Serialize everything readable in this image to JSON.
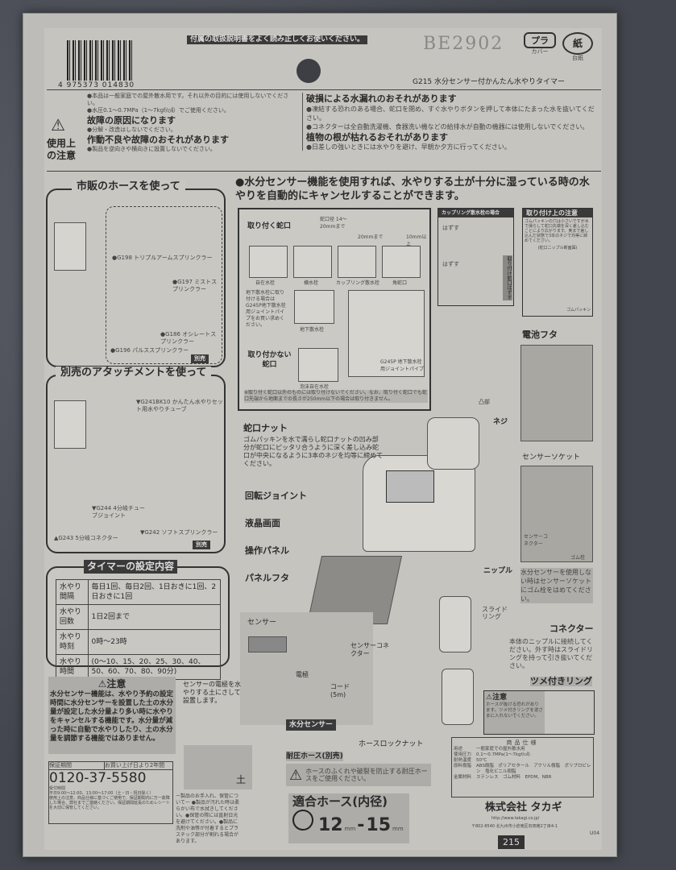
{
  "header": {
    "notice": "付属の取扱説明書をよく読み正しくお使いください。",
    "lot_code": "BE2902",
    "recycle": [
      {
        "mark": "プラ",
        "label": "カバー"
      },
      {
        "mark": "紙",
        "label": "台紙"
      }
    ],
    "barcode_number": "4 975373 014830",
    "product_title": "G215 水分センサー付かんたん水やりタイマー"
  },
  "warnings": {
    "section_label": "使用上の注意",
    "left": [
      {
        "text": "●本品は一般家庭での屋外散水用です。それ以外の目的には使用しないでください。"
      },
      {
        "text": "●水圧0.1〜0.7MPa（1〜7kgf/㎠）でご使用ください。"
      },
      {
        "heading": "故障の原因になります",
        "text": "●分解・改造はしないでください。"
      },
      {
        "heading": "作動不良や故障のおそれがあります",
        "text": "●製品を逆向きや横向きに設置しないでください。"
      }
    ],
    "right": [
      {
        "heading": "破損による水漏れのおそれがあります",
        "text": "●凍結する恐れのある場合、蛇口を閉め、すぐ水やりボタンを押して本体にたまった水を抜いてください。\n●コネクターは全自動洗濯機、食器洗い機などの給排水が自動の機器には使用しないでください。"
      },
      {
        "heading": "植物の根が枯れるおそれがあります",
        "text": "●日差しの強いときには水やりを避け、早朝か夕方に行ってください。"
      }
    ]
  },
  "headline": "●水分センサー機能を使用すれば、水やりする土が十分に湿っている時の水やりを自動的にキャンセルすることができます。",
  "hose_panel": {
    "title": "市販のホースを使って",
    "items": [
      "●G198 トリプルアームスプリンクラー",
      "●G197 ミストスプリンクラー",
      "●G196 パルススプリンクラー",
      "●G186 オシレートスプリンクラー"
    ],
    "badge": "別売"
  },
  "attach_panel": {
    "title": "別売のアタッチメントを使って",
    "items": [
      "▼G241BK10 かんたん水やりセット用水やりチューブ",
      "▼G244 4分岐チューブジョイント",
      "▲G243 5分岐コネクター",
      "▼G242 ソフトスプリンクラー"
    ],
    "badge": "別売"
  },
  "timer": {
    "title": "タイマーの設定内容",
    "rows": [
      {
        "label": "水やり間隔",
        "value": "毎日1回、毎日2回、1日おきに1回、2日おきに1回"
      },
      {
        "label": "水やり回数",
        "value": "1日2回まで"
      },
      {
        "label": "水やり時刻",
        "value": "0時〜23時"
      },
      {
        "label": "水やり時間",
        "value": "(0〜10、15、20、25、30、40、50、60、70、80、90分)"
      }
    ]
  },
  "caution": {
    "title": "⚠注意",
    "text": "水分センサー機能は、水やり予約の設定時間に水分センサーを設置した土の水分量が設定した水分量より多い時に水やりをキャンセルする機能です。水分量が減った時に自動で水やりしたり、土の水分量を調節する機能ではありません。"
  },
  "warranty": {
    "label": "保証期間",
    "value": "お買い上げ日より2年間",
    "phone": "0120-37-5580",
    "hours_label": "受付時間",
    "hours": "平日9:00〜12:00、13:00〜17:00（土・日・祝日除く）",
    "note": "使用上の注意、商品仕様に基づくご使用で、保証期間内に万一故障した場合、弊社までご連絡ください。保証期間延長のためレシートを大切に保管してください。"
  },
  "faucet": {
    "attach_label": "取り付く蛇口",
    "diameter": "蛇口径 14〜20mmまで",
    "length1": "20mmまで",
    "length2": "10mm以上",
    "types": [
      "自在水栓",
      "横水栓",
      "カップリング散水栓",
      "角蛇口"
    ],
    "underground_note": "地下散水栓に取り付ける場合はG245P地下散水栓用ジョイントパイプをお買い求めください。",
    "underground_label": "地下散水栓",
    "no_attach_label": "取り付かない蛇口",
    "no_attach_type": "泡沫自在水栓",
    "pipe_label": "G245P 地下散水栓用ジョイントパイプ",
    "footnote": "※取り付く蛇口以外のものには取り付けないでください。なお、取り付く蛇口でも蛇口先端から地面までの長さが250mm以下の場合は取り付きません。"
  },
  "coupling": {
    "title": "カップリング散水栓の場合",
    "remove": "はずす",
    "remove2": "はずす",
    "note": "取り付け蛇口はずす"
  },
  "mount_note": {
    "title": "取り付け上の注意",
    "text": "ゴムパッキンの穴は小さいですが水で濡らして蛇口先端を深く差し込むことにより広がります。奥まで差し込んだ状態で3本のネジで均等に締めてください。",
    "diagram": "(蛇口ニップル断面図)",
    "packing": "ゴムパッキン"
  },
  "parts": {
    "faucet_nut": "蛇口ナット",
    "faucet_nut_note": "ゴムパッキンを水で濡らし蛇口ナットの凹み部分が蛇口にピッタリ合うように深く差し込み蛇口が中央になるように3本のネジを均等に締めてください。",
    "screw": "ネジ",
    "convex": "凸部",
    "rotary_joint": "回転ジョイント",
    "lcd": "液晶画面",
    "panel": "操作パネル",
    "panel_cover": "パネルフタ",
    "nipple": "ニップル",
    "slide_ring": "スライドリング",
    "battery_cover": "電池フタ",
    "sensor_socket": "センサーソケット",
    "sensor_connector_small": "センサーコネクター",
    "rubber_plug": "ゴム栓",
    "sensor_unused_note": "水分センサーを使用しない時はセンサーソケットにゴム栓をはめてください。",
    "connector": "コネクター",
    "connector_note": "本体のニップルに接続してください。外す時はスライドリングを持って引き抜いてください。",
    "claw_ring": "ツメ付きリング",
    "claw_caution_title": "⚠注意",
    "claw_caution": "ホースが抜ける恐れがあります。ツメ付きリングを逆さまに入れないでください。",
    "hose_lock_nut": "ホースロックナット",
    "pressure_hose": "耐圧ホース(別売)",
    "hose_warning": "ホースのふくれや破裂を防止する耐圧ホースをご使用ください。"
  },
  "sensor": {
    "sensor_label": "センサー",
    "electrode": "電極",
    "cord": "コード (5m)",
    "connector": "センサーコネクター",
    "install_note": "センサーの電極を水やりする土にさして設置します。",
    "badge": "水分センサー",
    "soil": "土"
  },
  "care": {
    "text": "ー製品のお手入れ、保管についてー ●製品が汚れた時は柔らかい布で水拭きしてください。●保管の際には直射日光を避けてください。●製品に洗剤や油等が付着するとプラスチック部分が割れる場合があります。"
  },
  "hose_size": {
    "title": "適合ホース(内径)",
    "min": "12",
    "max": "15",
    "unit": "mm"
  },
  "spec": {
    "title": "商品仕様",
    "rows": [
      {
        "k": "用途",
        "v": "一般家庭での屋外散水用"
      },
      {
        "k": "使用圧力",
        "v": "0.1〜0.7MPa(1〜7kgf/㎠)"
      },
      {
        "k": "耐熱温度",
        "v": "50℃"
      },
      {
        "k": "原料樹脂",
        "v": "ABS樹脂　ポリアセタール　アクリル樹脂　ポリプロピレン　塩化ビニル樹脂"
      },
      {
        "k": "金属材料",
        "v": "ステンレス　ゴム材料　EPDM、NBR"
      }
    ]
  },
  "company": {
    "name": "株式会社 タカギ",
    "url": "http://www.takagi.co.jp/",
    "address": "〒802-8540 北九州市小倉南区石田南2丁目4-1",
    "code": "U04"
  },
  "model_tab": "215"
}
